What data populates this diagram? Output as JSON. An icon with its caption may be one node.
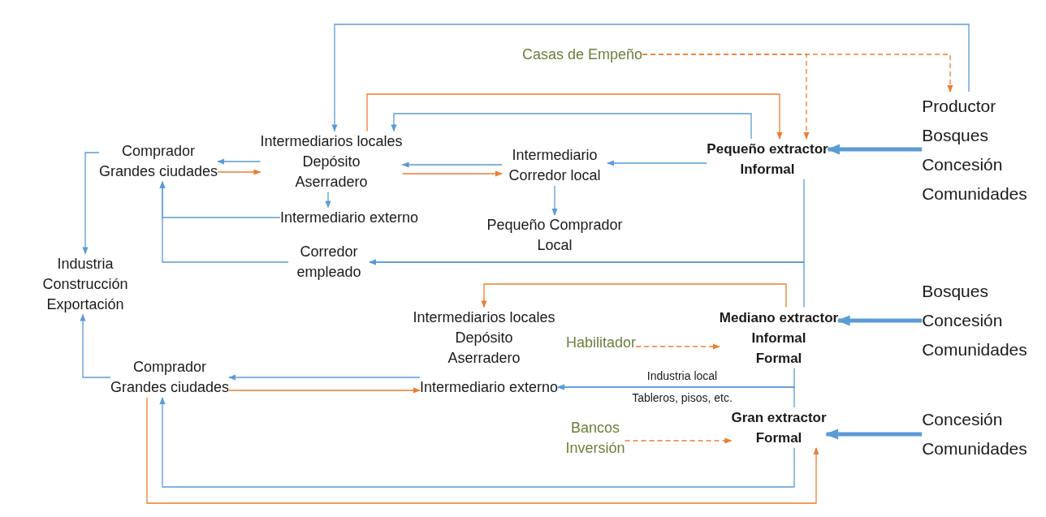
{
  "diagram": {
    "nodes": [
      {
        "text": [
          "Casas de Empeño"
        ]
      },
      {
        "text": [
          "Productor",
          "Bosques",
          "Concesión",
          "Comunidades"
        ]
      },
      {
        "text": [
          "Comprador",
          "Grandes ciudades"
        ]
      },
      {
        "text": [
          "Intermediarios locales",
          "Depósito",
          "Aserradero"
        ]
      },
      {
        "text": [
          "Intermediario",
          "Corredor local"
        ]
      },
      {
        "text": [
          "Pequeño extractor",
          "Informal"
        ]
      },
      {
        "text": [
          "Intermediario externo"
        ]
      },
      {
        "text": [
          "Pequeño Comprador Local"
        ]
      },
      {
        "text": [
          "Corredor empleado"
        ]
      },
      {
        "text": [
          "Industria",
          "Construcción",
          "Exportación"
        ]
      },
      {
        "text": [
          "Intermediarios locales",
          "Depósito",
          "Aserradero"
        ]
      },
      {
        "text": [
          "Habilitador"
        ]
      },
      {
        "text": [
          "Mediano extractor",
          "Informal",
          "Formal"
        ]
      },
      {
        "text": [
          "Bosques",
          "Concesión",
          "Comunidades"
        ]
      },
      {
        "text": [
          "Comprador",
          "Grandes ciudades"
        ]
      },
      {
        "text": [
          "Intermediario externo"
        ]
      },
      {
        "text": [
          "Bancos",
          "Inversión"
        ]
      },
      {
        "text": [
          "Gran extractor",
          "Formal"
        ]
      },
      {
        "text": [
          "Concesión",
          "Comunidades"
        ]
      }
    ],
    "edges": [
      {
        "from": 1,
        "to": 3,
        "arrow": "to"
      },
      {
        "from": 0,
        "to": 1,
        "arrow": "to",
        "style": "dashed",
        "color": "#ed7d31"
      },
      {
        "from": 0,
        "to": 5,
        "arrow": "to",
        "style": "dashed",
        "color": "#ed7d31"
      },
      {
        "from": 3,
        "to": 5,
        "arrow": "to",
        "color": "#ed7d31"
      },
      {
        "from": 5,
        "to": 3,
        "arrow": "to"
      },
      {
        "from": 1,
        "to": 5,
        "arrow": "to",
        "style": "thick"
      },
      {
        "from": 5,
        "to": 4,
        "arrow": "to"
      },
      {
        "from": 4,
        "to": 3,
        "arrow": "to"
      },
      {
        "from": 3,
        "to": 4,
        "arrow": "to",
        "color": "#ed7d31"
      },
      {
        "from": 3,
        "to": 2,
        "arrow": "to"
      },
      {
        "from": 2,
        "to": 3,
        "arrow": "to",
        "color": "#ed7d31"
      },
      {
        "from": 3,
        "to": 6,
        "arrow": "to"
      },
      {
        "from": 4,
        "to": 7,
        "arrow": "to"
      },
      {
        "from": 6,
        "to": 2,
        "arrow": "to"
      },
      {
        "from": 8,
        "to": 2,
        "arrow": "to"
      },
      {
        "from": 5,
        "to": 8,
        "arrow": "to"
      },
      {
        "from": 2,
        "to": 9,
        "arrow": "to"
      },
      {
        "from": 12,
        "to": 8,
        "arrow": "to"
      },
      {
        "from": 12,
        "to": 10,
        "arrow": "to",
        "color": "#ed7d31"
      },
      {
        "from": 11,
        "to": 12,
        "arrow": "to",
        "style": "dashed",
        "color": "#ed7d31"
      },
      {
        "from": 13,
        "to": 12,
        "arrow": "to",
        "style": "thick"
      },
      {
        "from": 15,
        "to": 14,
        "arrow": "to"
      },
      {
        "from": 14,
        "to": 15,
        "arrow": "to",
        "color": "#ed7d31"
      },
      {
        "from": 12,
        "to": 15,
        "arrow": "to",
        "label": "Industria local"
      },
      {
        "from": 17,
        "to": 15,
        "arrow": "to",
        "label": "Tableros, pisos, etc."
      },
      {
        "from": 16,
        "to": 17,
        "arrow": "to",
        "style": "dashed",
        "color": "#ed7d31"
      },
      {
        "from": 18,
        "to": 17,
        "arrow": "to",
        "style": "thick"
      },
      {
        "from": 17,
        "to": 14,
        "arrow": "to"
      },
      {
        "from": 14,
        "to": 17,
        "arrow": "to",
        "color": "#ed7d31"
      },
      {
        "from": 14,
        "to": 9,
        "arrow": "to"
      }
    ]
  }
}
